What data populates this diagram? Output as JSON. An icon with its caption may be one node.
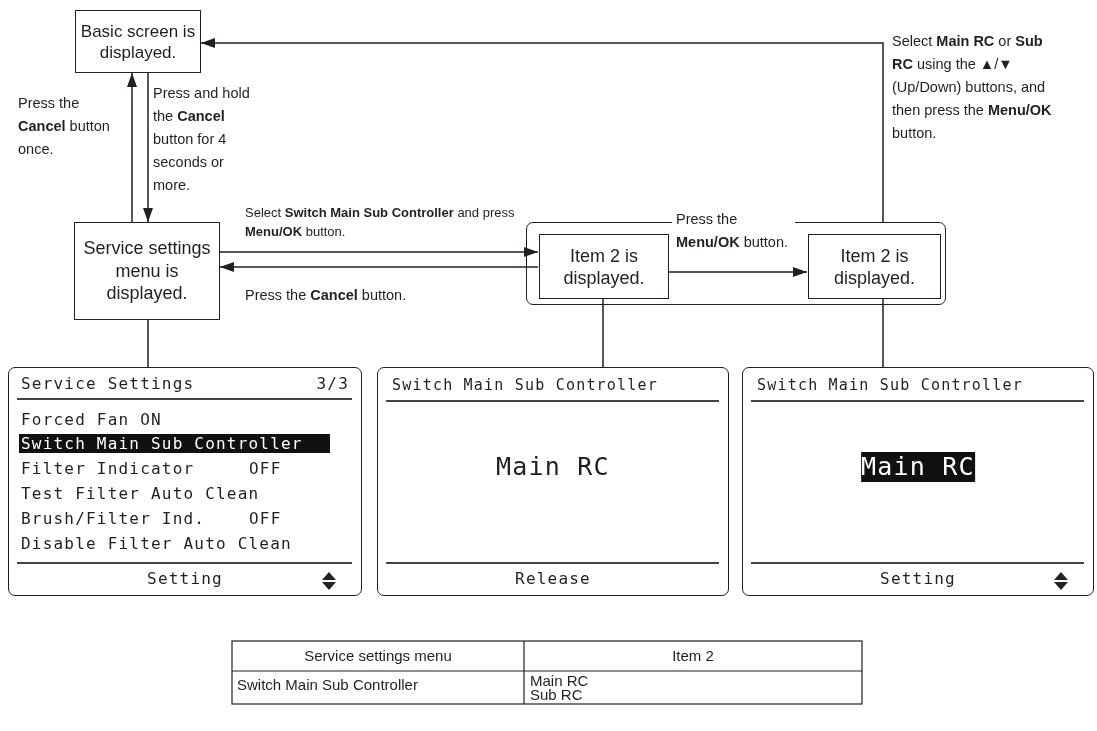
{
  "diagram": {
    "nodes": [
      {
        "text": [
          "Basic screen is displayed."
        ]
      },
      {
        "text": [
          "Service settings menu is displayed."
        ]
      },
      {
        "text": [],
        "shape": "box"
      },
      {
        "text": [
          "Item 2 is displayed."
        ],
        "in": 2
      },
      {
        "text": [
          "Item 2 is displayed."
        ],
        "in": 2
      },
      {
        "text": [
          "Service Settings",
          "3/3",
          "Forced Fan ON",
          "Switch Main Sub Controller",
          "Filter Indicator",
          "OFF",
          "Test Filter Auto Clean",
          "Brush/Filter Ind.",
          "OFF",
          "Disable Filter Auto Clean",
          "Setting"
        ]
      },
      {
        "text": [
          "Switch Main Sub Controller",
          "Main RC",
          "Release"
        ]
      },
      {
        "text": [
          "Switch Main Sub Controller",
          "Main RC",
          "Setting"
        ]
      }
    ],
    "edges": [
      {
        "from": 0,
        "to": 1,
        "arrow": "to",
        "label": "Press and hold the **Cancel** button for 4 seconds or more."
      },
      {
        "from": 1,
        "to": 0,
        "arrow": "to",
        "label": "Press the **Cancel** button once."
      },
      {
        "from": 1,
        "to": 3,
        "arrow": "to",
        "label": "Select **Switch Main Sub Controller** and press **Menu/OK** button."
      },
      {
        "from": 3,
        "to": 1,
        "arrow": "to",
        "label": "Press the **Cancel** button."
      },
      {
        "from": 3,
        "to": 4,
        "arrow": "to",
        "label": "Press the **Menu/OK** button."
      },
      {
        "from": 2,
        "to": 0,
        "arrow": "to",
        "label": "Select **Main RC** or **Sub RC** using the ▲/▼ (Up/Down) buttons, and then press the **Menu/OK** button."
      },
      {
        "from": 1,
        "to": 5,
        "arrow": "none"
      },
      {
        "from": 3,
        "to": 6,
        "arrow": "none"
      },
      {
        "from": 4,
        "to": 7,
        "arrow": "none"
      }
    ],
    "labels": [
      "Service settings menu",
      "Item 2",
      "Switch Main Sub Controller",
      "Main RC",
      "Sub RC"
    ]
  }
}
